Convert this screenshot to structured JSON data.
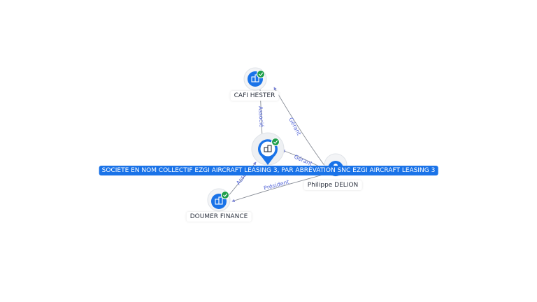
{
  "nodes": {
    "cafi_hester": {
      "label": "CAFI HESTER",
      "icon": "building-icon",
      "verified": true
    },
    "main_company": {
      "label": "SOCIETE EN NOM COLLECTIF EZGI AIRCRAFT LEASING 3, PAR ABRÉVATION SNC EZGI AIRCRAFT LEASING 3",
      "icon": "building-icon",
      "verified": true
    },
    "doumer_finance": {
      "label": "DOUMER FINANCE",
      "icon": "building-icon",
      "verified": true
    },
    "philippe_delion": {
      "label": "Philippe DELION",
      "icon": "person-icon"
    }
  },
  "edges": [
    {
      "from": "CAFI HESTER",
      "to": "SOCIETE EN NOM COLLECTIF EZGI AIRCRAFT LEASING 3",
      "label": "Associé"
    },
    {
      "from": "Philippe DELION",
      "to": "CAFI HESTER",
      "label": "Gérant"
    },
    {
      "from": "Philippe DELION",
      "to": "SOCIETE EN NOM COLLECTIF EZGI AIRCRAFT LEASING 3",
      "label": "Gérant"
    },
    {
      "from": "DOUMER FINANCE",
      "to": "SOCIETE EN NOM COLLECTIF EZGI AIRCRAFT LEASING 3",
      "label": "Associé"
    },
    {
      "from": "Philippe DELION",
      "to": "DOUMER FINANCE",
      "label": "Président"
    }
  ],
  "colors": {
    "accent": "#1a73e8",
    "verified": "#1e9e4a",
    "edge": "#8a8f98",
    "edge_label": "#5b6cd9"
  }
}
